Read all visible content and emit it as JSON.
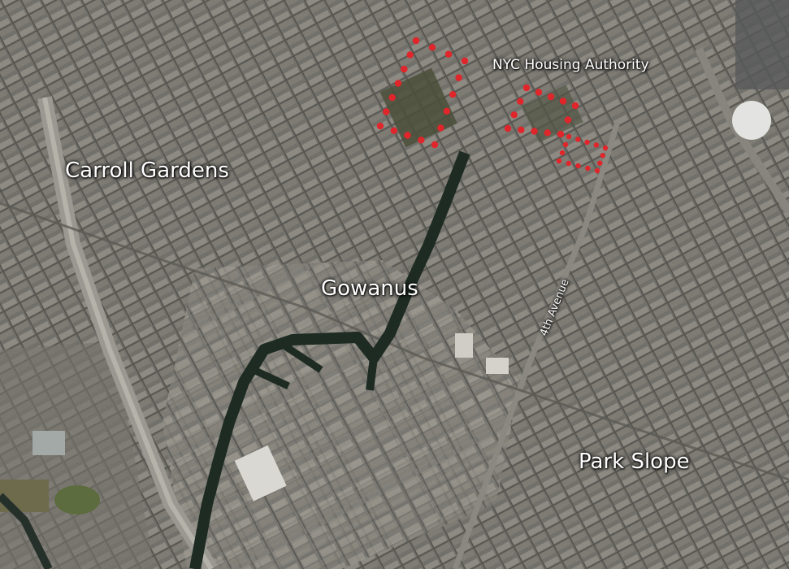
{
  "map": {
    "neighborhoods": {
      "carroll_gardens": "Carroll Gardens",
      "gowanus": "Gowanus",
      "park_slope": "Park Slope"
    },
    "annotations": {
      "housing": "NYC Housing Authority"
    },
    "streets": {
      "fourth_avenue": "4th Avenue"
    },
    "colors": {
      "housing_outline": "#e0252b",
      "canal": "#1d2b22",
      "label_text": "#ffffff"
    }
  }
}
